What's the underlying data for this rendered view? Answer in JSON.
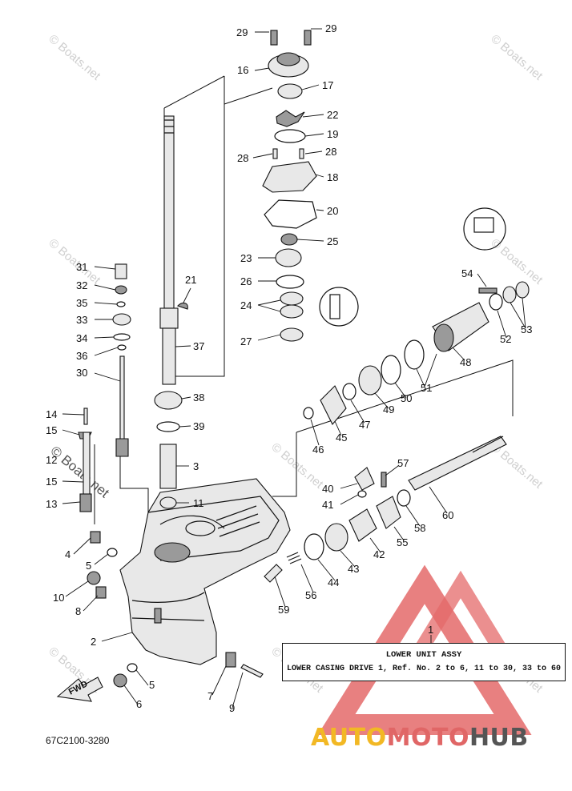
{
  "parts": {
    "p1": "1",
    "p2": "2",
    "p3": "3",
    "p4": "4",
    "p5a": "5",
    "p5b": "5",
    "p6": "6",
    "p7": "7",
    "p8": "8",
    "p9": "9",
    "p10": "10",
    "p11": "11",
    "p12": "12",
    "p13": "13",
    "p14": "14",
    "p15a": "15",
    "p15b": "15",
    "p16": "16",
    "p17": "17",
    "p18": "18",
    "p19": "19",
    "p20": "20",
    "p21": "21",
    "p22": "22",
    "p23": "23",
    "p24": "24",
    "p25": "25",
    "p26": "26",
    "p27": "27",
    "p28a": "28",
    "p28b": "28",
    "p29a": "29",
    "p29b": "29",
    "p30": "30",
    "p31": "31",
    "p32": "32",
    "p33": "33",
    "p34": "34",
    "p35": "35",
    "p36": "36",
    "p37": "37",
    "p38": "38",
    "p39": "39",
    "p40": "40",
    "p41": "41",
    "p42": "42",
    "p43": "43",
    "p44": "44",
    "p45": "45",
    "p46": "46",
    "p47": "47",
    "p48": "48",
    "p49": "49",
    "p50": "50",
    "p51": "51",
    "p52": "52",
    "p53": "53",
    "p54": "54",
    "p55": "55",
    "p56": "56",
    "p57": "57",
    "p58": "58",
    "p59": "59",
    "p60": "60"
  },
  "legend": {
    "title": "LOWER UNIT ASSY",
    "description": "LOWER CASING DRIVE 1, Ref. No. 2 to 6, 11 to 30, 33 to 60"
  },
  "fwd_label": "FWD",
  "catalog_code": "67C2100-3280",
  "watermark": "© Boats.net",
  "brand": {
    "part1": "AUTO",
    "part2": "MOTO",
    "part3": "HUB"
  },
  "colors": {
    "brand_yellow": "#f2b824",
    "brand_red": "#e06666",
    "brand_gray": "#555555",
    "logo_triangle": "#e46a6a"
  }
}
